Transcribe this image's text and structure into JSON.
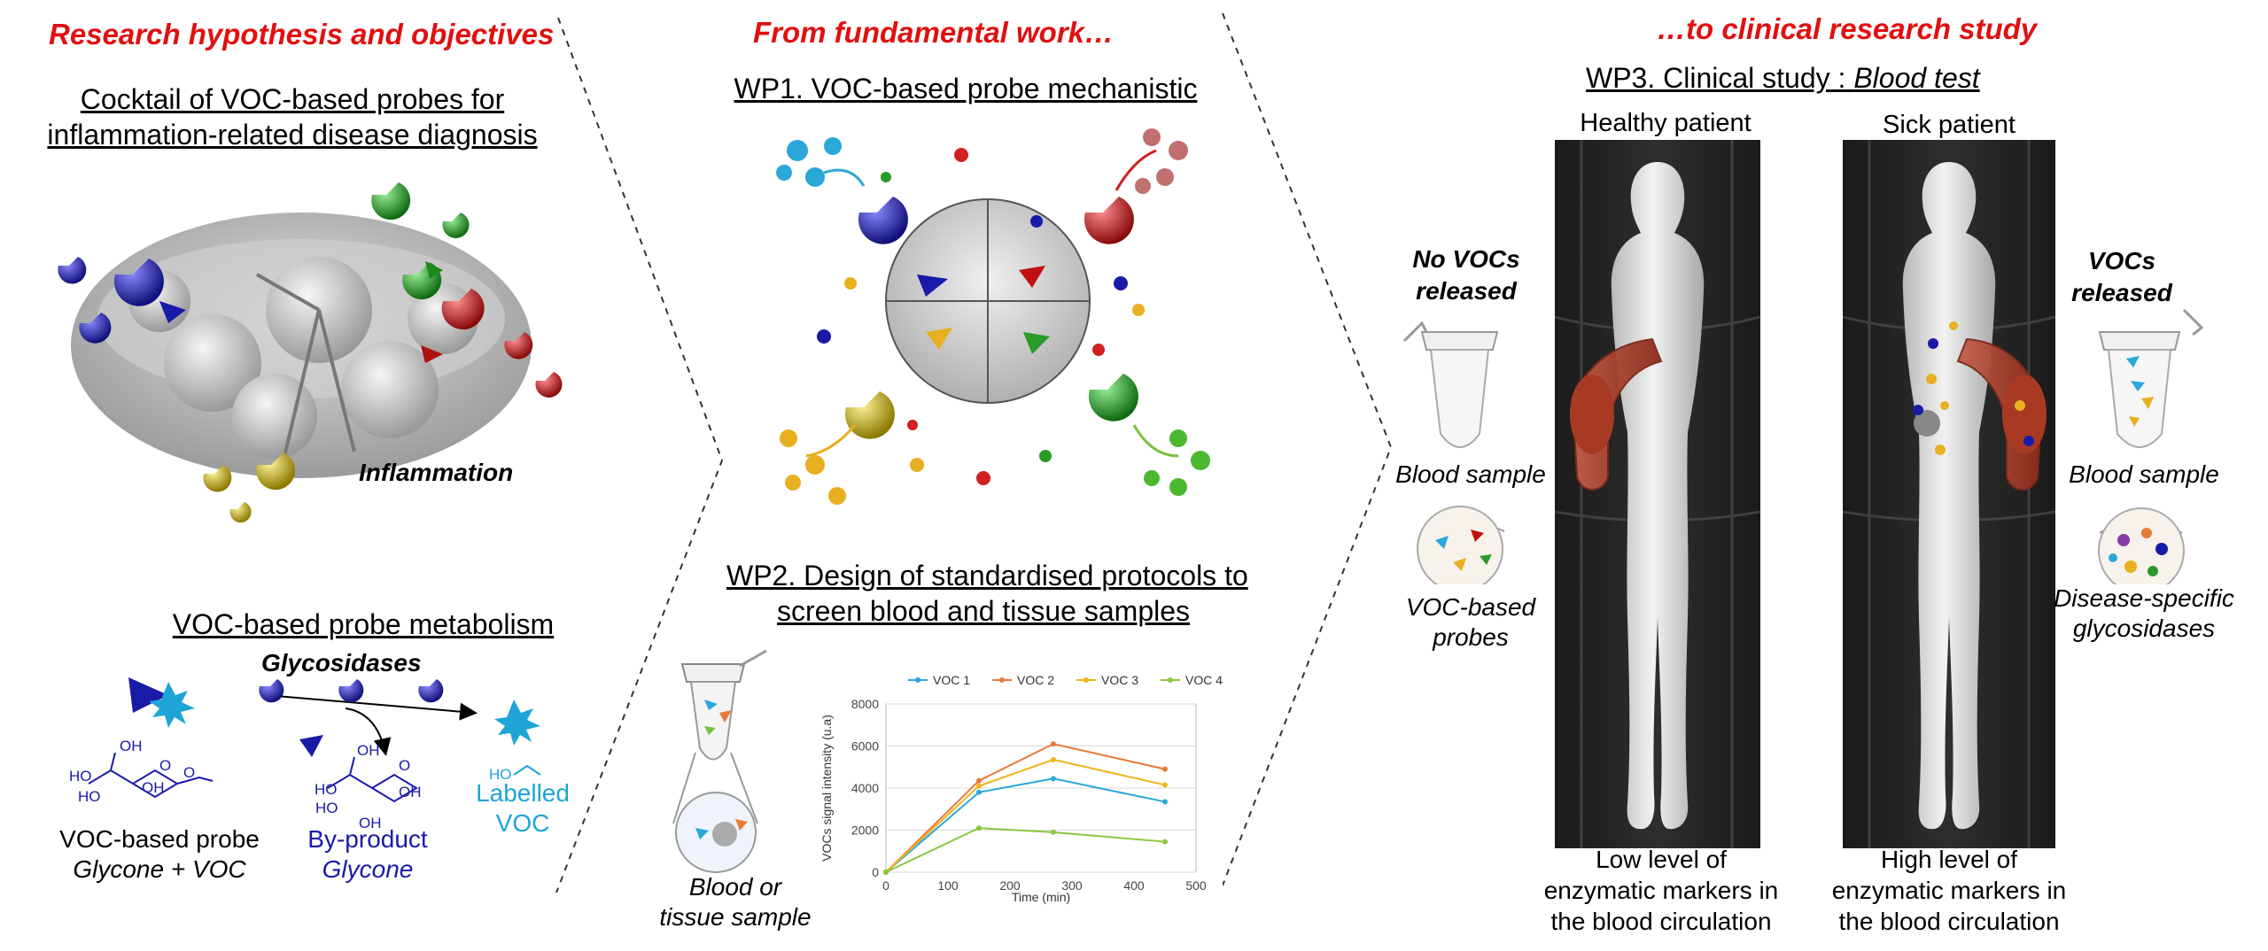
{
  "left": {
    "heading": "Research hypothesis and objectives",
    "title_line1": "Cocktail of VOC-based probes for",
    "title_line2": "inflammation-related disease diagnosis",
    "inflammation_label": "Inflammation",
    "metabolism_title": "VOC-based probe metabolism",
    "enzyme_label": "Glycosidases",
    "probe_label": "VOC-based probe",
    "probe_sub": "Glycone + VOC",
    "byproduct_label": "By-product",
    "byproduct_sub": "Glycone",
    "labelled_line1": "Labelled",
    "labelled_line2": "VOC",
    "chem": {
      "oh": "OH",
      "ho": "HO",
      "o": "O"
    }
  },
  "middle": {
    "heading": "From fundamental work…",
    "wp1_title": "WP1. VOC-based probe mechanistic",
    "wp2_line1": "WP2. Design of standardised protocols to",
    "wp2_line2": "screen blood and tissue samples",
    "sample_line1": "Blood or",
    "sample_line2": "tissue sample"
  },
  "right": {
    "heading": "…to clinical research study",
    "wp3_prefix": "WP3. Clinical study : ",
    "wp3_italic": "Blood test",
    "healthy": {
      "title": "Healthy patient",
      "vocs_line1": "No VOCs",
      "vocs_line2": "released",
      "blood": "Blood sample",
      "probes_line1": "VOC-based",
      "probes_line2": "probes",
      "bottom_line1": "Low level of",
      "bottom_line2": "enzymatic markers in",
      "bottom_line3": "the blood circulation"
    },
    "sick": {
      "title": "Sick patient",
      "vocs_line1": "VOCs",
      "vocs_line2": "released",
      "blood": "Blood sample",
      "enz_line1": "Disease-specific",
      "enz_line2": "glycosidases",
      "bottom_line1": "High level of",
      "bottom_line2": "enzymatic markers in",
      "bottom_line3": "the blood circulation"
    }
  },
  "colors": {
    "voc1": "#2aa8d8",
    "voc2": "#e87a3a",
    "voc3": "#f2b21c",
    "voc4": "#8cc63f",
    "title_red": "#e01010",
    "glycone_blue": "#1a1aa8",
    "labelled_cyan": "#1ea5d6"
  },
  "chart_data": {
    "type": "line",
    "x": [
      0,
      150,
      270,
      450
    ],
    "series": [
      {
        "name": "VOC 1",
        "values": [
          0,
          3800,
          4450,
          3350
        ]
      },
      {
        "name": "VOC 2",
        "values": [
          0,
          4350,
          6100,
          4900
        ]
      },
      {
        "name": "VOC 3",
        "values": [
          0,
          4100,
          5350,
          4150
        ]
      },
      {
        "name": "VOC 4",
        "values": [
          0,
          2100,
          1900,
          1450
        ]
      }
    ],
    "xlabel": "Time (min)",
    "ylabel": "VOCs signal intensity (u.a)",
    "xlim": [
      0,
      500
    ],
    "ylim": [
      0,
      8000
    ],
    "xticks": [
      "0",
      "100",
      "200",
      "300",
      "400",
      "500"
    ],
    "yticks": [
      "0",
      "2000",
      "4000",
      "6000",
      "8000"
    ],
    "legend": "top",
    "grid": true
  }
}
